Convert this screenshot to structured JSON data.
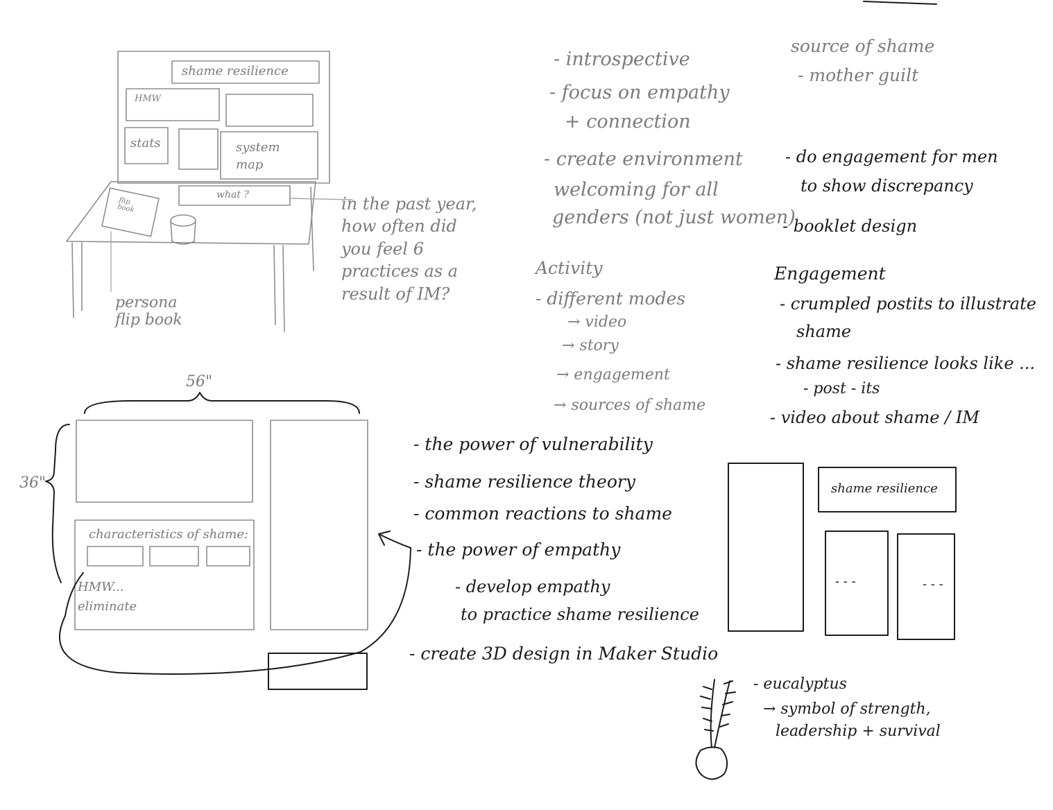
{
  "desk_sketch": {
    "board_title": "shame resilience",
    "hmw": "HMW",
    "stats": "stats",
    "system_map": "system map",
    "small_board": "what ?",
    "flipbook_cover": "flip book",
    "flipbook_label": "persona flip book",
    "survey_question": "in the past year, how often did you feel 6 practices as a result of IM?"
  },
  "wall_plan": {
    "width_label": "56\"",
    "height_label": "36\"",
    "characteristics": "characteristics of shame:",
    "hmw": "HMW...",
    "eliminate": "eliminate"
  },
  "notes_center": [
    "- introspective",
    "- focus on empathy",
    "+ connection",
    "- create environment",
    "welcoming for all",
    "genders (not just women)"
  ],
  "activity": {
    "heading": "Activity",
    "subheading": "- different modes",
    "items": [
      "→ video",
      "→ story",
      "→ engagement",
      "→ sources of shame"
    ]
  },
  "notes_right": {
    "source_heading": "source of shame",
    "source_item": "- mother guilt",
    "men_engagement": "- do engagement for men",
    "men_engagement_2": "to show discrepancy",
    "booklet": "- booklet design",
    "engagement_heading": "Engagement",
    "engagement_items": [
      "- crumpled postits to illustrate",
      "shame",
      "- shame resilience looks like ...",
      "- post - its",
      "- video about shame / IM"
    ]
  },
  "topics": [
    "- the power of vulnerability",
    "- shame resilience theory",
    "- common reactions to shame",
    "- the power of empathy",
    "- develop empathy",
    "to practice shame resilience",
    "- create 3D design in Maker Studio"
  ],
  "right_panel": {
    "title": "shame resilience",
    "divider_a": "- - -",
    "divider_b": "- - -"
  },
  "plant_note": [
    "- eucalyptus",
    "→ symbol of strength,",
    "leadership + survival"
  ]
}
